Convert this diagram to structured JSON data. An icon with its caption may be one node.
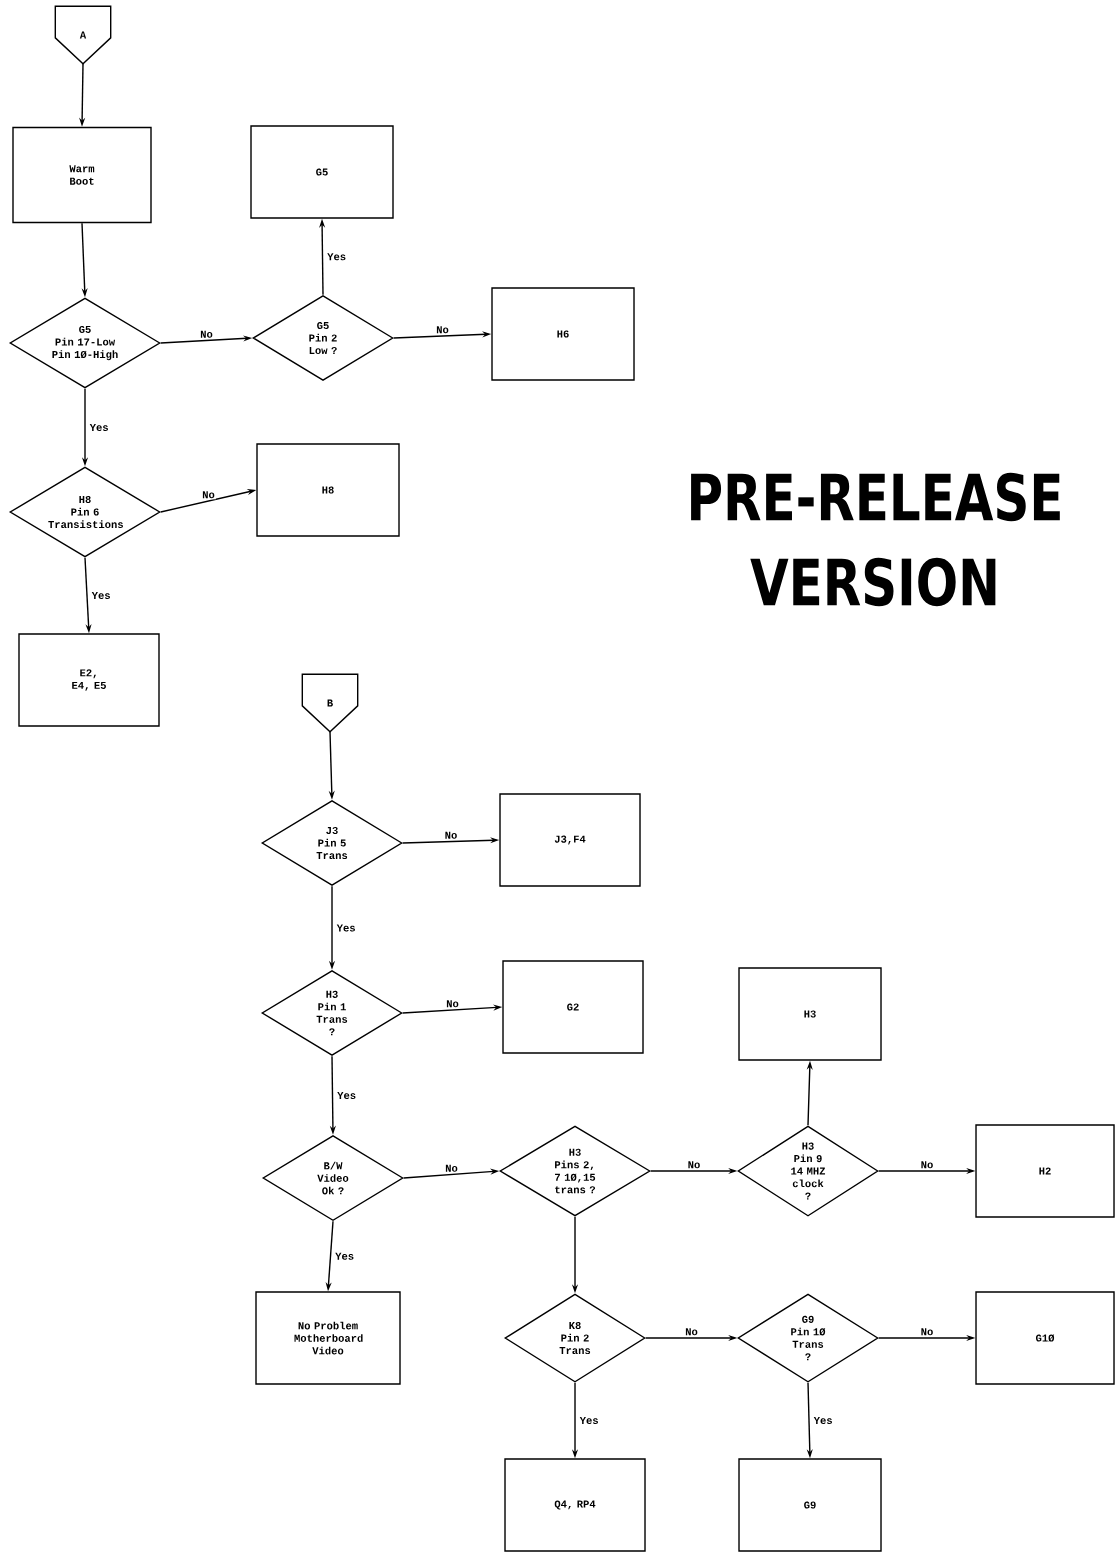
{
  "diagram": {
    "nodes": [
      {
        "text": [
          "A"
        ]
      },
      {
        "text": [
          "Warm Boot"
        ]
      },
      {
        "text": [
          "G5"
        ]
      },
      {
        "text": [
          "G5",
          "Pin 17-Low Pin 1Ø-High"
        ]
      },
      {
        "text": [
          "G5",
          "Pin 2 Low ?"
        ]
      },
      {
        "text": [
          "H6"
        ]
      },
      {
        "text": [
          "H8",
          "Pin 6 Transistions"
        ]
      },
      {
        "text": [
          "H8"
        ]
      },
      {
        "text": [
          "E2, E4, E5"
        ]
      },
      {
        "text": [
          "B"
        ]
      },
      {
        "text": [
          "J3",
          "Pin 5 Trans"
        ]
      },
      {
        "text": [
          "J3,F4"
        ]
      },
      {
        "text": [
          "H3",
          "Pin 1 Trans ?"
        ]
      },
      {
        "text": [
          "G2"
        ]
      },
      {
        "text": [
          "B/W",
          "Video Ok ?"
        ]
      },
      {
        "text": [
          "H3"
        ]
      },
      {
        "text": [
          "H3",
          "Pins 2, 7 1Ø,15 trans ?"
        ]
      },
      {
        "text": [
          "H3",
          "Pin 9 14 MHZ clock ?"
        ]
      },
      {
        "text": [
          "H2"
        ]
      },
      {
        "text": [
          "No Problem Motherboard Video"
        ]
      },
      {
        "text": [
          "K8",
          "Pin 2 Trans"
        ]
      },
      {
        "text": [
          "G9",
          "Pin 1Ø Trans ?"
        ]
      },
      {
        "text": [
          "G1Ø"
        ]
      },
      {
        "text": [
          "Q4, RP4"
        ]
      },
      {
        "text": [
          "G9"
        ]
      }
    ],
    "edges": [
      {
        "from": 0,
        "to": 1,
        "arrow": "to"
      },
      {
        "from": 1,
        "to": 3,
        "arrow": "to"
      },
      {
        "from": 3,
        "to": 4,
        "arrow": "to",
        "label": "No"
      },
      {
        "from": 4,
        "to": 2,
        "arrow": "to",
        "label": "Yes"
      },
      {
        "from": 4,
        "to": 5,
        "arrow": "to",
        "label": "No"
      },
      {
        "from": 3,
        "to": 6,
        "arrow": "to",
        "label": "Yes"
      },
      {
        "from": 6,
        "to": 7,
        "arrow": "to",
        "label": "No"
      },
      {
        "from": 6,
        "to": 8,
        "arrow": "to",
        "label": "Yes"
      },
      {
        "from": 9,
        "to": 10,
        "arrow": "to"
      },
      {
        "from": 10,
        "to": 11,
        "arrow": "to",
        "label": "No"
      },
      {
        "from": 10,
        "to": 12,
        "arrow": "to",
        "label": "Yes"
      },
      {
        "from": 12,
        "to": 13,
        "arrow": "to",
        "label": "No"
      },
      {
        "from": 12,
        "to": 14,
        "arrow": "to",
        "label": "Yes"
      },
      {
        "from": 14,
        "to": 16,
        "arrow": "to",
        "label": "No"
      },
      {
        "from": 14,
        "to": 19,
        "arrow": "to",
        "label": "Yes"
      },
      {
        "from": 16,
        "to": 17,
        "arrow": "to",
        "label": "No"
      },
      {
        "from": 16,
        "to": 20,
        "arrow": "to"
      },
      {
        "from": 17,
        "to": 15,
        "arrow": "to"
      },
      {
        "from": 17,
        "to": 18,
        "arrow": "to",
        "label": "No"
      },
      {
        "from": 20,
        "to": 21,
        "arrow": "to",
        "label": "No"
      },
      {
        "from": 20,
        "to": 23,
        "arrow": "to",
        "label": "Yes"
      },
      {
        "from": 21,
        "to": 22,
        "arrow": "to",
        "label": "No"
      },
      {
        "from": 21,
        "to": 24,
        "arrow": "to",
        "label": "Yes"
      }
    ],
    "labels": [
      "PRE-RELEASE",
      "VERSION"
    ]
  }
}
